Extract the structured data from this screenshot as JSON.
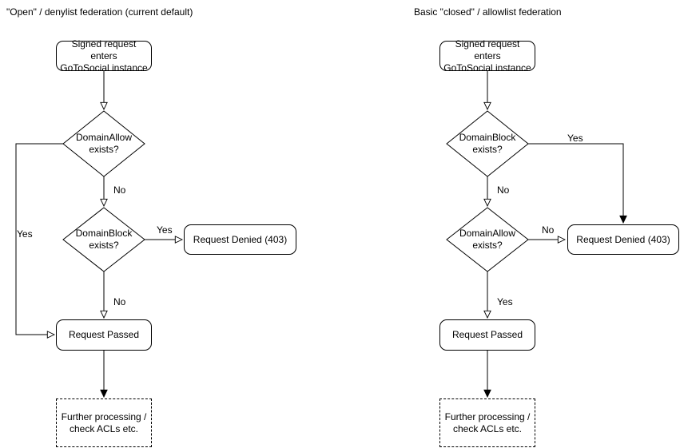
{
  "colors": {
    "stroke": "#000000",
    "background": "#ffffff",
    "text": "#000000"
  },
  "left_diagram": {
    "title": "\"Open\" / denylist federation (current default)",
    "nodes": {
      "start": "Signed request enters\nGoToSocial instance",
      "decision1": "DomainAllow\nexists?",
      "decision2": "DomainBlock\nexists?",
      "denied": "Request Denied (403)",
      "passed": "Request Passed",
      "further": "Further processing /\ncheck ACLs etc."
    },
    "edge_labels": {
      "decision1_no": "No",
      "decision1_yes": "Yes",
      "decision2_yes": "Yes",
      "decision2_no": "No"
    }
  },
  "right_diagram": {
    "title": "Basic \"closed\" / allowlist federation",
    "nodes": {
      "start": "Signed request enters\nGoToSocial instance",
      "decision1": "DomainBlock\nexists?",
      "decision2": "DomainAllow\nexists?",
      "denied": "Request Denied (403)",
      "passed": "Request Passed",
      "further": "Further processing /\ncheck ACLs etc."
    },
    "edge_labels": {
      "decision1_yes": "Yes",
      "decision1_no": "No",
      "decision2_no": "No",
      "decision2_yes": "Yes"
    }
  }
}
